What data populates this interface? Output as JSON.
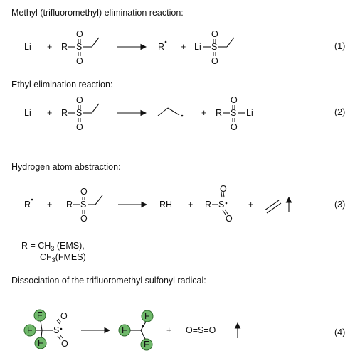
{
  "headings": {
    "h1": "Methyl (trifluoromethyl) elimination reaction:",
    "h2": "Ethyl elimination reaction:",
    "h3": "Hydrogen atom abstraction:",
    "h4": "Dissociation of the trifluoromethyl sulfonyl radical:"
  },
  "equation_numbers": [
    "(1)",
    "(2)",
    "(3)",
    "(4)"
  ],
  "atoms": {
    "Li": "Li",
    "R": "R",
    "S": "S",
    "O": "O",
    "F": "F",
    "RH": "RH",
    "plus": "+",
    "SO2": "O=S=O"
  },
  "r_definition": {
    "line1_prefix": "R = CH",
    "line1_sub": "3",
    "line1_suffix": " (EMS),",
    "line2_prefix": "CF",
    "line2_sub": "3",
    "line2_suffix": "(FMES)"
  },
  "colors": {
    "fluorine_fill": "#6fb86a",
    "fluorine_stroke": "#2e6b2c",
    "ink": "#111111"
  }
}
